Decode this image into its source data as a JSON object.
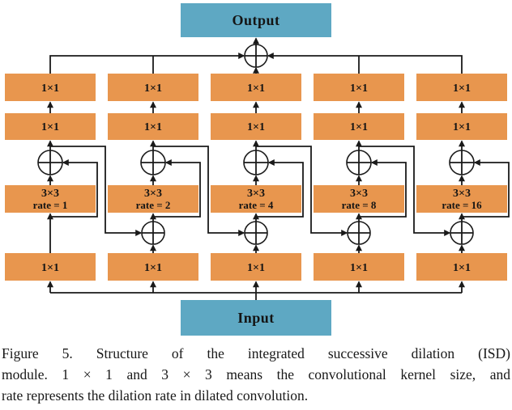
{
  "figure": {
    "output_label": "Output",
    "input_label": "Input",
    "colors": {
      "orange": "#E8964E",
      "blue": "#5EA8C3"
    },
    "columns": [
      {
        "k_top": "1×1",
        "k_mid": "1×1",
        "conv": "3×3",
        "rate": "rate = 1",
        "k_bottom": "1×1"
      },
      {
        "k_top": "1×1",
        "k_mid": "1×1",
        "conv": "3×3",
        "rate": "rate = 2",
        "k_bottom": "1×1"
      },
      {
        "k_top": "1×1",
        "k_mid": "1×1",
        "conv": "3×3",
        "rate": "rate = 4",
        "k_bottom": "1×1"
      },
      {
        "k_top": "1×1",
        "k_mid": "1×1",
        "conv": "3×3",
        "rate": "rate = 8",
        "k_bottom": "1×1"
      },
      {
        "k_top": "1×1",
        "k_mid": "1×1",
        "conv": "3×3",
        "rate": "rate = 16",
        "k_bottom": "1×1"
      }
    ]
  },
  "caption": {
    "lines": [
      "Figure 5. Structure of the integrated successive dilation (ISD)",
      "module. 1 × 1 and 3 × 3 means the convolutional kernel size, and",
      "rate represents the dilation rate in dilated convolution."
    ]
  }
}
